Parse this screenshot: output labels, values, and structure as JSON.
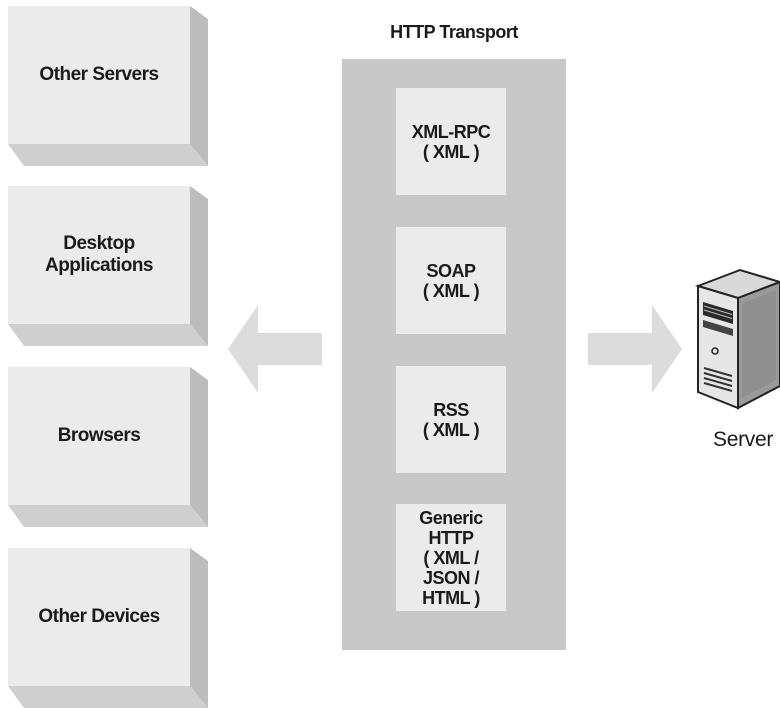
{
  "diagram": {
    "transport_title": "HTTP Transport",
    "clients": [
      {
        "label": "Other Servers"
      },
      {
        "label": "Desktop\nApplications"
      },
      {
        "label": "Browsers"
      },
      {
        "label": "Other Devices"
      }
    ],
    "protocols": [
      {
        "label": "XML-RPC\n( XML )"
      },
      {
        "label": "SOAP\n( XML )"
      },
      {
        "label": "RSS\n( XML )"
      },
      {
        "label": "Generic\nHTTP\n( XML /\nJSON /\nHTML )"
      }
    ],
    "server_label": "Server",
    "icons": {
      "left_arrow": "arrow-left-icon",
      "right_arrow": "arrow-right-icon",
      "server": "server-tower-icon"
    },
    "colors": {
      "box_face": "#ebebeb",
      "box_side": "#bcbcbc",
      "transport_column": "#c8c8c8",
      "arrow": "#dcdcdc"
    }
  }
}
